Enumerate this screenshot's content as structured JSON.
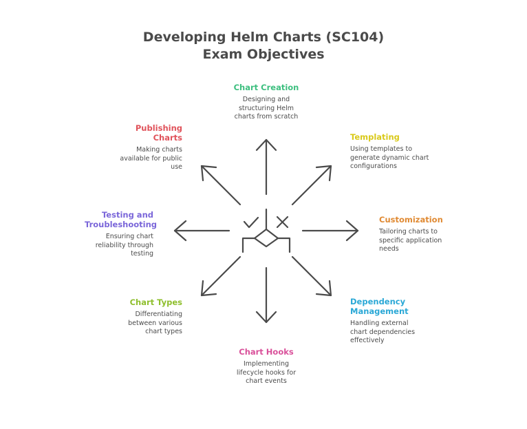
{
  "title": {
    "line1": "Developing Helm Charts (SC104)",
    "line2": "Exam Objectives"
  },
  "center_icon": "decision-diamond-icon",
  "objectives": [
    {
      "id": "chart-creation",
      "heading": "Chart Creation",
      "description": "Designing and structuring Helm charts from scratch",
      "color": "#3dbf7f",
      "direction": "up"
    },
    {
      "id": "templating",
      "heading": "Templating",
      "description": "Using templates to generate dynamic chart configurations",
      "color": "#d9c91a",
      "direction": "up-right"
    },
    {
      "id": "customization",
      "heading": "Customization",
      "description": "Tailoring charts to specific application needs",
      "color": "#e08a33",
      "direction": "right"
    },
    {
      "id": "dependency-management",
      "heading": "Dependency Management",
      "description": "Handling external chart dependencies effectively",
      "color": "#2aa8d6",
      "direction": "down-right"
    },
    {
      "id": "chart-hooks",
      "heading": "Chart Hooks",
      "description": "Implementing lifecycle hooks for chart events",
      "color": "#d9509a",
      "direction": "down"
    },
    {
      "id": "chart-types",
      "heading": "Chart Types",
      "description": "Differentiating between various chart types",
      "color": "#8fbf2e",
      "direction": "down-left"
    },
    {
      "id": "testing-troubleshooting",
      "heading": "Testing and Troubleshooting",
      "description": "Ensuring chart reliability through testing",
      "color": "#7a66d9",
      "direction": "left"
    },
    {
      "id": "publishing-charts",
      "heading": "Publishing Charts",
      "description": "Making charts available for public use",
      "color": "#e0525a",
      "direction": "up-left"
    }
  ]
}
